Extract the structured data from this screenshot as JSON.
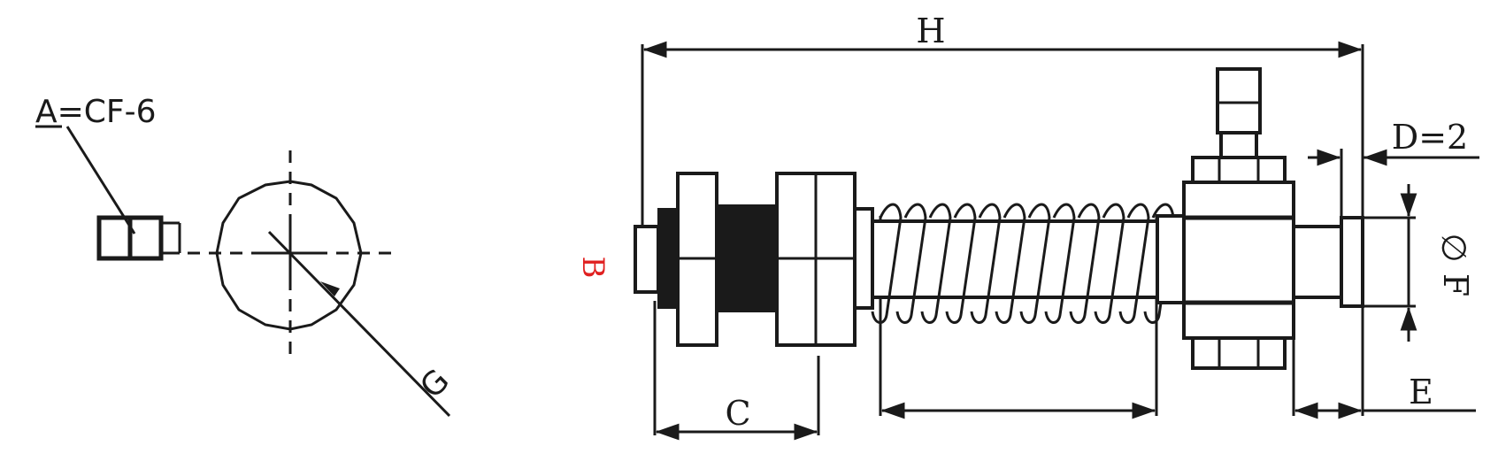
{
  "labels": {
    "material_code": "A=CF-6",
    "dim_h": "H",
    "dim_b": "B",
    "dim_c": "C",
    "dim_d": "D=2",
    "dim_e": "E",
    "dim_f": "F",
    "dim_g": "G",
    "diameter_symbol": "∅"
  },
  "colors": {
    "line": "#1a1a1a",
    "accent_red": "#e02020",
    "background": "#ffffff"
  }
}
